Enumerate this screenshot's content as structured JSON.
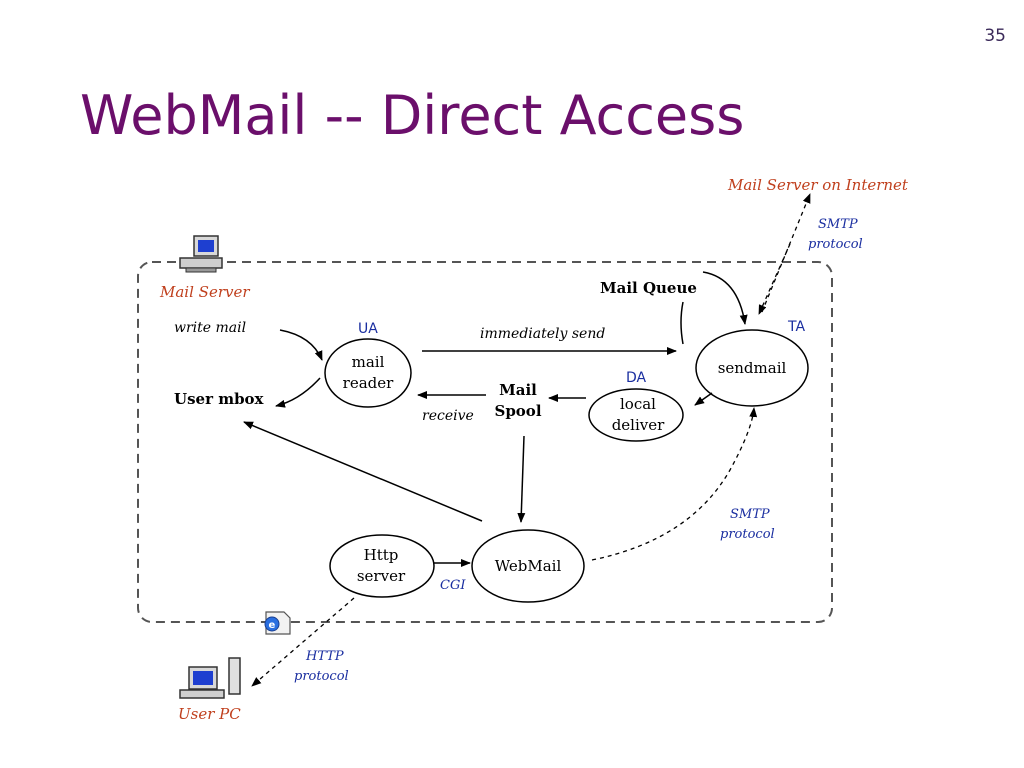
{
  "slide": {
    "number": "35",
    "title": "WebMail -- Direct Access"
  },
  "colors": {
    "title": "#6b0f6b",
    "red_label": "#c0401e",
    "blue_label": "#1a2ea0"
  },
  "labels": {
    "mail_server_internet": "Mail Server on Internet",
    "smtp_top_1": "SMTP",
    "smtp_top_2": "protocol",
    "mail_server": "Mail Server",
    "mail_queue": "Mail Queue",
    "write_mail": "write mail",
    "ua": "UA",
    "mail_reader_1": "mail",
    "mail_reader_2": "reader",
    "immediately_send": "immediately send",
    "ta": "TA",
    "sendmail": "sendmail",
    "user_mbox": "User mbox",
    "mail_spool_1": "Mail",
    "mail_spool_2": "Spool",
    "da": "DA",
    "local_deliver_1": "local",
    "local_deliver_2": "deliver",
    "receive": "receive",
    "smtp_right_1": "SMTP",
    "smtp_right_2": "protocol",
    "http_server_1": "Http",
    "http_server_2": "server",
    "webmail": "WebMail",
    "cgi": "CGI",
    "http_1": "HTTP",
    "http_2": "protocol",
    "user_pc": "User PC"
  }
}
